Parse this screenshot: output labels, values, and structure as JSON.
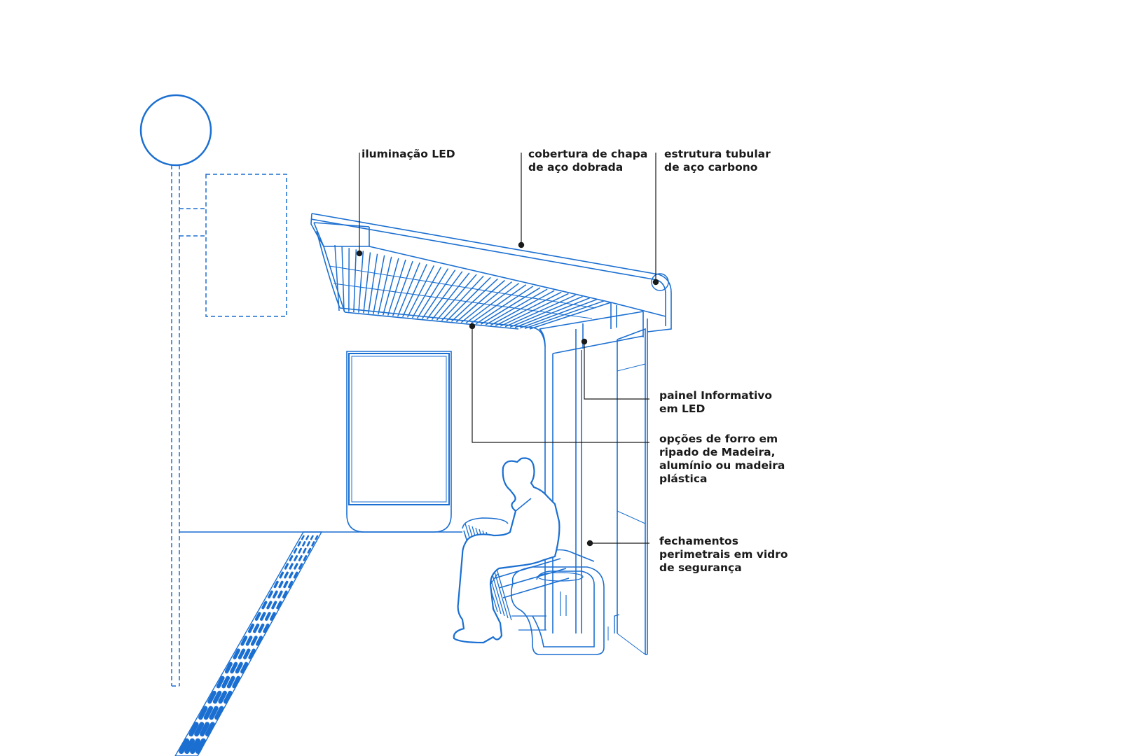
{
  "colors": {
    "line": "#1b6fd1",
    "dark_line": "#0f5fb0",
    "leader": "#1a1a1a",
    "text": "#1a1a1a",
    "background": "#ffffff"
  },
  "annotations": {
    "led_lighting": "iluminação LED",
    "roof": "cobertura de chapa\nde aço dobrada",
    "structure": "estrutura tubular\nde aço carbono",
    "info_panel": "painel Informativo\nem LED",
    "ceiling": "opções de forro em\nripado de Madeira,\nalumínio ou madeira\nplástica",
    "glass": "fechamentos\nperimetrais em vidro\nde segurança"
  }
}
